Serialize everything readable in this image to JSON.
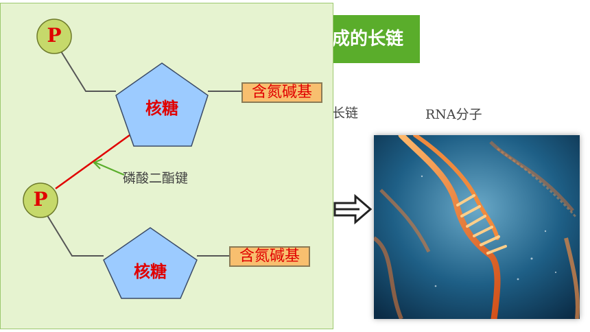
{
  "header": {
    "title_fragment": "成的长链",
    "chain_fragment": "长链",
    "rna_label": "RNA分子"
  },
  "diagram": {
    "phosphate_label": "P",
    "sugar_label": "核糖",
    "base_label": "含氮碱基",
    "bond_label": "磷酸二酯键"
  },
  "colors": {
    "panel_bg": "#e6f3d0",
    "title_bg": "#5aad2b",
    "phosphate_fill": "#c6d96b",
    "sugar_fill": "#9ccbff",
    "base_fill": "#f8bf6f",
    "bond_line": "#e00000",
    "pointer_arrow": "#5aad2b",
    "label_red": "#e00000"
  },
  "icons": {
    "arrow": "double-right-arrow-icon",
    "image": "rna-double-helix-image"
  }
}
